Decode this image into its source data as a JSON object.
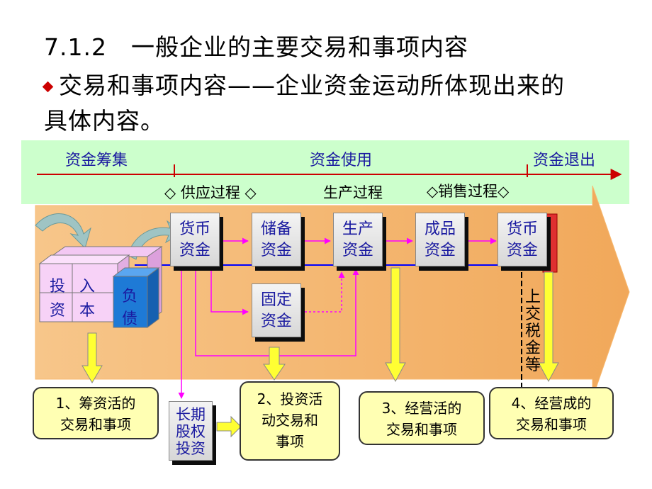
{
  "heading": "7.1.2　一般企业的主要交易和事项内容",
  "bullet": {
    "line1": "交易和事项内容——企业资金运动所体现出来的",
    "line2": "具体内容。"
  },
  "phases": {
    "raise": "资金筹集",
    "use": "资金使用",
    "exit": "资金退出"
  },
  "processes": {
    "supply": "◇ 供应过程 ◇",
    "production": "生产过程",
    "sales": "◇销售过程◇"
  },
  "sources": {
    "investment": [
      "投",
      "资"
    ],
    "capital": [
      "入",
      "本"
    ],
    "debt": [
      "负",
      "债"
    ]
  },
  "nodes": {
    "money1": [
      "货币",
      "资金"
    ],
    "reserve": [
      "储备",
      "资金"
    ],
    "production": [
      "生产",
      "资金"
    ],
    "finished": [
      "成品",
      "资金"
    ],
    "money2": [
      "货币",
      "资金"
    ],
    "fixed": [
      "固定",
      "资金"
    ]
  },
  "tax_label": [
    "上",
    "交",
    "税",
    "金",
    "等"
  ],
  "long_term": [
    "长期",
    "股权",
    "投资"
  ],
  "callouts": {
    "c1": [
      "1、筹资活的",
      "交易和事项"
    ],
    "c2": [
      "2、投资活",
      "动交易和",
      "事项"
    ],
    "c3": [
      "3、经营活的",
      "交易和事项"
    ],
    "c4": [
      "4、经营成的",
      "交易和事项"
    ]
  },
  "colors": {
    "band": "#ccffcc",
    "arrow_band": "#f7c07a",
    "timeline": "#cc0000",
    "flow_line": "#ff00ff",
    "blue_line": "#0000ff",
    "yellow_arrow": "#ffff33",
    "debt_cube": "#1e7ad6",
    "red_bar": "#e03030"
  }
}
